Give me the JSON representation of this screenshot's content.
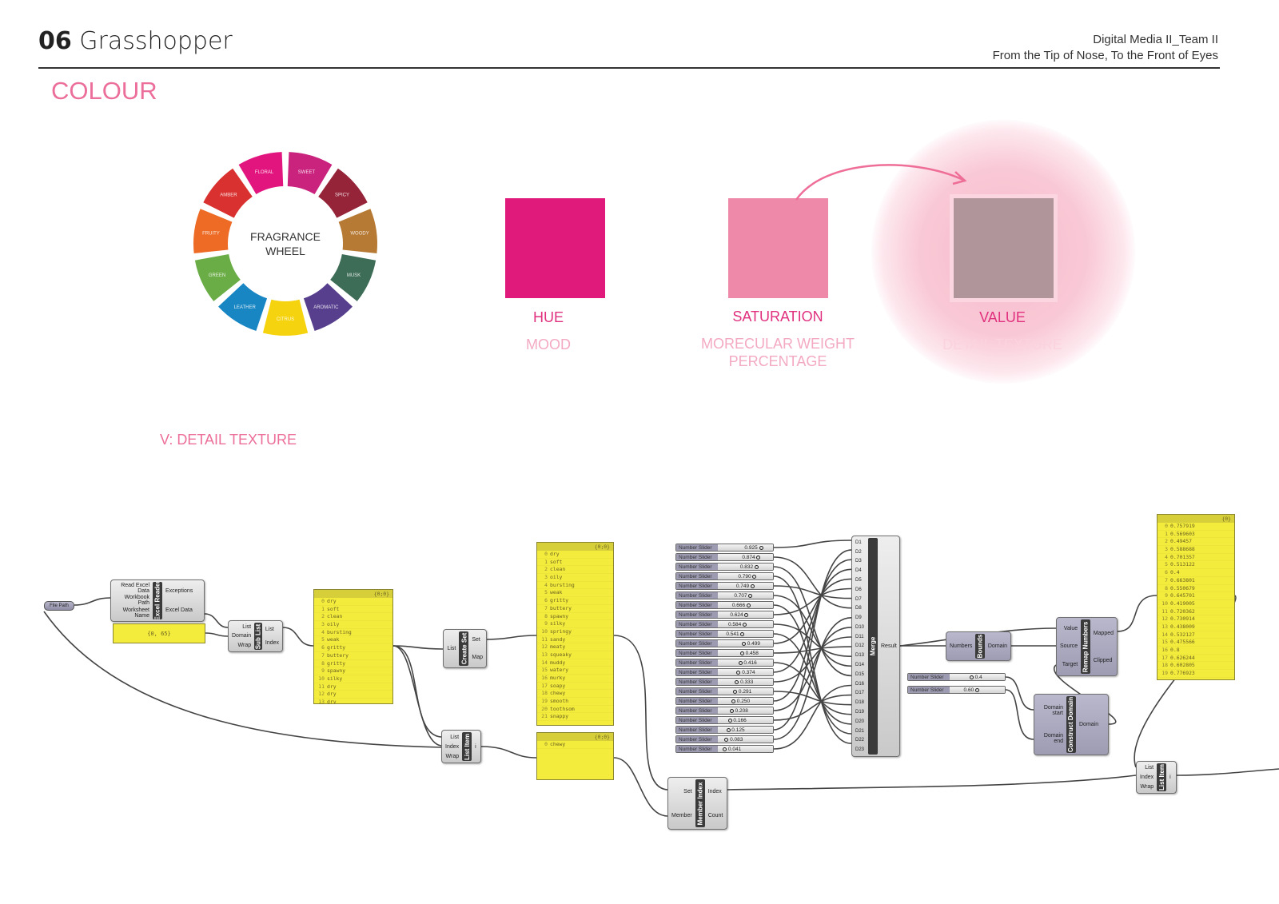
{
  "header": {
    "number": "06",
    "title": "Grasshopper",
    "course": "Digital Media II_Team II",
    "subtitle": "From the Tip of Nose, To the Front of Eyes"
  },
  "section_title": "COLOUR",
  "wheel": {
    "center_label_1": "FRAGRANCE",
    "center_label_2": "WHEEL",
    "segments": [
      {
        "label": "FLORAL",
        "color": "#e2157f"
      },
      {
        "label": "SWEET",
        "color": "#c9237e"
      },
      {
        "label": "SPICY",
        "color": "#952439"
      },
      {
        "label": "WOODY",
        "color": "#b67a35"
      },
      {
        "label": "MUSK",
        "color": "#3d6d56"
      },
      {
        "label": "AROMATIC",
        "color": "#573f8e"
      },
      {
        "label": "CITRUS",
        "color": "#f6d30f"
      },
      {
        "label": "LEATHER",
        "color": "#1986c4"
      },
      {
        "label": "GREEN",
        "color": "#6aad46"
      },
      {
        "label": "FRUITY",
        "color": "#ee6b26"
      },
      {
        "label": "AMBER",
        "color": "#d8312f"
      }
    ]
  },
  "swatches": [
    {
      "title": "HUE",
      "subtitle": "MOOD",
      "color": "#df1a7a"
    },
    {
      "title": "SATURATION",
      "subtitle": "MORECULAR WEIGHT PERCENTAGE",
      "color": "#ee89a9"
    },
    {
      "title": "VALUE",
      "subtitle": "DETAIL TEXTURE",
      "color": "#b0959b"
    }
  ],
  "diagram_title": "V: DETAIL TEXTURE",
  "grasshopper": {
    "file_path": "File Path",
    "components": {
      "excel": {
        "name": "Excel Reader",
        "inputs": [
          "Read Excel Data",
          "Workbook Path",
          "Worksheet Name"
        ],
        "outputs": [
          "Exceptions",
          "Excel Data"
        ]
      },
      "sublist": {
        "name": "Sub List",
        "inputs": [
          "List",
          "Domain",
          "Wrap"
        ],
        "outputs": [
          "List",
          "Index"
        ]
      },
      "createset": {
        "name": "Create Set",
        "inputs": [
          "List"
        ],
        "outputs": [
          "Set",
          "Map"
        ]
      },
      "listitem1": {
        "name": "List Item",
        "inputs": [
          "List",
          "Index",
          "Wrap"
        ],
        "outputs": [
          "i"
        ]
      },
      "memberindex": {
        "name": "Member Index",
        "inputs": [
          "Set",
          "Member"
        ],
        "outputs": [
          "Index",
          "Count"
        ]
      },
      "merge": {
        "name": "Merge",
        "inputs": [
          "D1",
          "D2",
          "D3",
          "D4",
          "D5",
          "D6",
          "D7",
          "D8",
          "D9",
          "D10",
          "D11",
          "D12",
          "D13",
          "D14",
          "D15",
          "D16",
          "D17",
          "D18",
          "D19",
          "D20",
          "D21",
          "D22",
          "D23"
        ],
        "outputs": [
          "Result"
        ]
      },
      "bounds": {
        "name": "Bounds",
        "inputs": [
          "Numbers"
        ],
        "outputs": [
          "Domain"
        ]
      },
      "remap": {
        "name": "Remap Numbers",
        "inputs": [
          "Value",
          "Source",
          "Target"
        ],
        "outputs": [
          "Mapped",
          "Clipped"
        ]
      },
      "construct": {
        "name": "Construct Domain",
        "inputs": [
          "Domain start",
          "Domain end"
        ],
        "outputs": [
          "Domain"
        ]
      },
      "listitem2": {
        "name": "List Item",
        "inputs": [
          "List",
          "Index",
          "Wrap"
        ],
        "outputs": [
          "i"
        ]
      }
    },
    "panels": {
      "domain": {
        "value": "{0, 65}"
      },
      "panel1": {
        "header": "{0;0}",
        "items": [
          "dry",
          "soft",
          "clean",
          "oily",
          "bursting",
          "weak",
          "gritty",
          "buttery",
          "gritty",
          "spawny",
          "silky",
          "dry",
          "dry",
          "dry"
        ]
      },
      "panel2": {
        "header": "{0;0}",
        "items": [
          "dry",
          "soft",
          "clean",
          "oily",
          "bursting",
          "weak",
          "gritty",
          "buttery",
          "spawny",
          "silky",
          "springy",
          "sandy",
          "meaty",
          "squeaky",
          "muddy",
          "watery",
          "murky",
          "soapy",
          "chewy",
          "smooth",
          "toothsom",
          "snappy"
        ]
      },
      "panel3": {
        "header": "{0;0}",
        "items": [
          "chewy"
        ]
      },
      "panel4": {
        "header": "{0}",
        "items": [
          "0.757919",
          "0.569603",
          "0.49457",
          "0.588688",
          "0.701357",
          "0.513122",
          "0.4",
          "0.663801",
          "0.550679",
          "0.645701",
          "0.419005",
          "0.720362",
          "0.730914",
          "0.438009",
          "0.532127",
          "0.475566",
          "0.8",
          "0.626244",
          "0.602805",
          "0.776923"
        ]
      }
    },
    "slider_label": "Number Slider",
    "sliders": [
      0.925,
      0.874,
      0.832,
      0.79,
      0.749,
      0.707,
      0.666,
      0.624,
      0.584,
      0.541,
      0.499,
      0.458,
      0.416,
      0.374,
      0.333,
      0.291,
      0.25,
      0.208,
      0.166,
      0.125,
      0.083,
      0.041
    ],
    "slider_display": [
      "0.925",
      "0.874",
      "0.832",
      "0.790",
      "0.749",
      "0.707",
      "0.666",
      "0.624",
      "0.584",
      "0.541",
      "0.499",
      "0.458",
      "0.416",
      "0.374",
      "0.333",
      "0.291",
      "0.250",
      "0.208",
      "0.166",
      "0.125",
      "0.083",
      "0.041"
    ],
    "range_sliders": [
      {
        "value": 0.4,
        "display": "0.4"
      },
      {
        "value": 0.6,
        "display": "0.60"
      }
    ]
  }
}
